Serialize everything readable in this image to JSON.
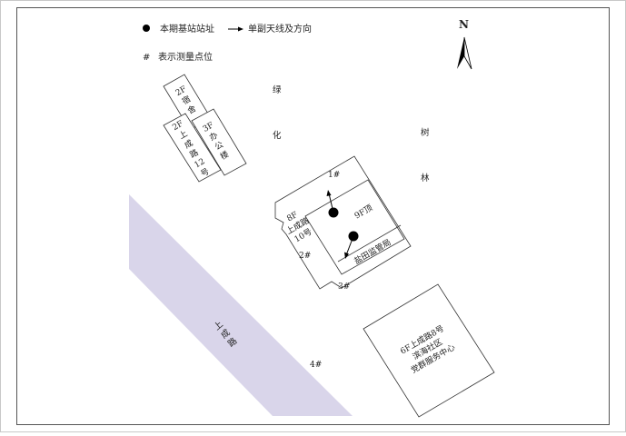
{
  "legend": {
    "site_symbol_label": "本期基站站址",
    "antenna_symbol_label": "单副天线及方向",
    "point_symbol": "#",
    "point_symbol_label": "表示测量点位"
  },
  "compass": {
    "north_label": "N"
  },
  "landscape": {
    "green_1": "绿",
    "green_2": "化",
    "tree_1": "树",
    "tree_2": "林"
  },
  "buildings": {
    "dorm": {
      "floors": "2F",
      "line1": "宿",
      "line2": "舍"
    },
    "no12": {
      "floors": "2F",
      "line1": "上",
      "line2": "成",
      "line3": "路",
      "line4": "12",
      "line5": "号"
    },
    "office": {
      "floors": "3F",
      "line1": "办",
      "line2": "公",
      "line3": "楼"
    },
    "no10": {
      "floors": "8F",
      "line1": "上成路",
      "line2": "10号"
    },
    "roof": {
      "label": "9F顶"
    },
    "salt": {
      "label": "盐田监管局"
    },
    "service": {
      "line1": "6F上成路8号",
      "line2": "滨海社区",
      "line3": "党群服务中心"
    }
  },
  "road": {
    "line1": "上",
    "line2": "成",
    "line3": "路",
    "color": "#d9d5ea"
  },
  "points": {
    "p1": "1#",
    "p2": "2#",
    "p3": "3#",
    "p4": "4#"
  }
}
